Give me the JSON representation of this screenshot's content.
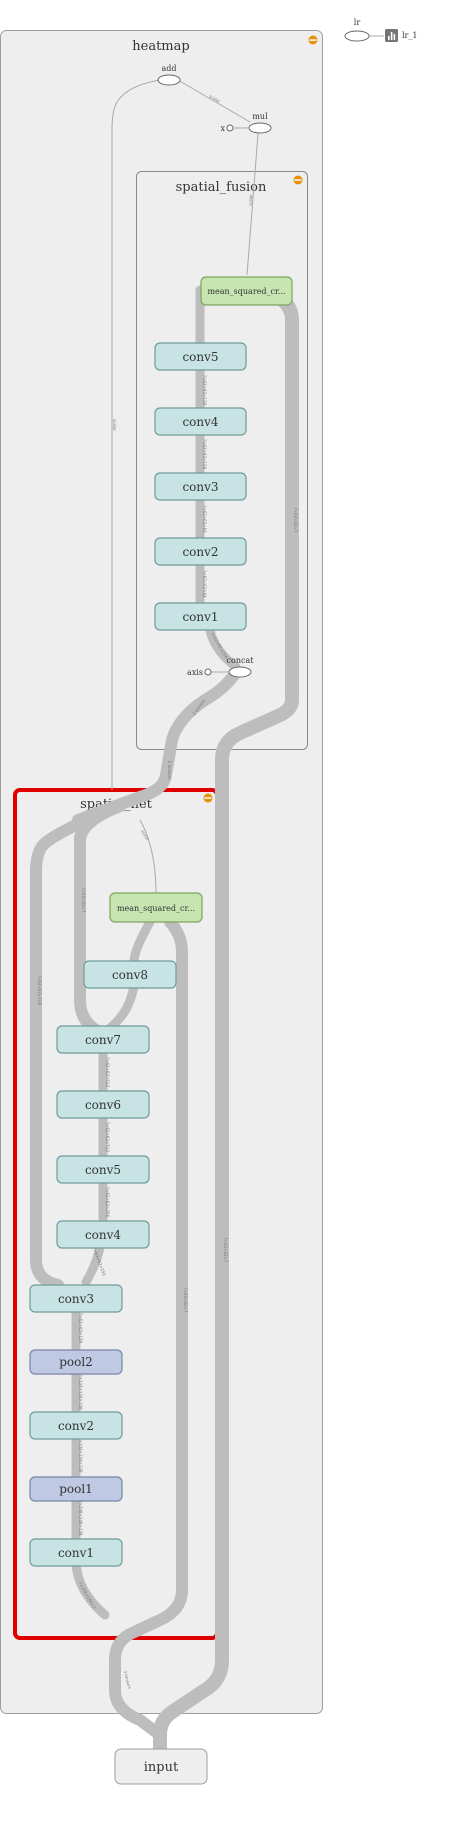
{
  "colors": {
    "conv_fill": "#c7e3e3",
    "conv_stroke": "#6f9c9c",
    "pool_fill": "#c0c9e3",
    "pool_stroke": "#7a86a8",
    "loss_fill": "#c6e5b1",
    "loss_stroke": "#7ea560",
    "selection": "#e00000",
    "expand_button": "#e8900c"
  },
  "icons": {
    "expand": "minus-circle-icon",
    "summary": "bar-chart-icon"
  },
  "groups": {
    "heatmap": {
      "title": "heatmap"
    },
    "spatial_fusion": {
      "title": "spatial_fusion"
    },
    "spatial_net": {
      "title": "spatial_net"
    }
  },
  "nodes": {
    "input": "input",
    "lr": "lr",
    "lr_summary": "lr_1",
    "add": "add",
    "mul": "mul",
    "x_const": "x",
    "concat": "concat",
    "axis_const": "axis",
    "fusion_loss": "mean_squared_cr...",
    "fusion_conv5": "conv5",
    "fusion_conv4": "conv4",
    "fusion_conv3": "conv3",
    "fusion_conv2": "conv2",
    "fusion_conv1": "conv1",
    "net_loss": "mean_squared_cr...",
    "net_conv8": "conv8",
    "net_conv7": "conv7",
    "net_conv6": "conv6",
    "net_conv5": "conv5",
    "net_conv4": "conv4",
    "net_conv3": "conv3",
    "net_pool2": "pool2",
    "net_conv2": "conv2",
    "net_pool1": "pool1",
    "net_conv1": "conv1"
  },
  "edge_labels": {
    "fusion_c5_c4": "?×62×62×128",
    "fusion_c4_c3": "?×62×62×128",
    "fusion_c3_c2": "?×62×62×64",
    "fusion_c2_c1": "?×62×62×64",
    "fusion_concat_c1": "?×62×62×256",
    "fusion_right": "?×62×62×7",
    "fusion_to_net": "2 tensors",
    "net_left": "?×62×62×128",
    "net_mid": "?×62×62×7",
    "net_right": "?×62×62×7",
    "net_c7_c6": "?×62×62×512",
    "net_c6_c5": "?×62×62×512",
    "net_c5_c4": "?×62×62×256",
    "net_c4_c3": "?×62×62×256",
    "net_c3_p2": "?×62×62×128",
    "net_p2_c2": "?×124×124×128",
    "net_c2_p1": "?×124×124×128",
    "net_p1_c1": "?×248×248×128",
    "net_c1_bottom": "?×248×248×3",
    "outer_right": "?×62×62×7",
    "input_edge": "3 tensors",
    "add_edge": "scalar",
    "mul_edge": "scalar",
    "fusion_loss_edge": "scalar",
    "net_loss_edge": "scalar"
  }
}
